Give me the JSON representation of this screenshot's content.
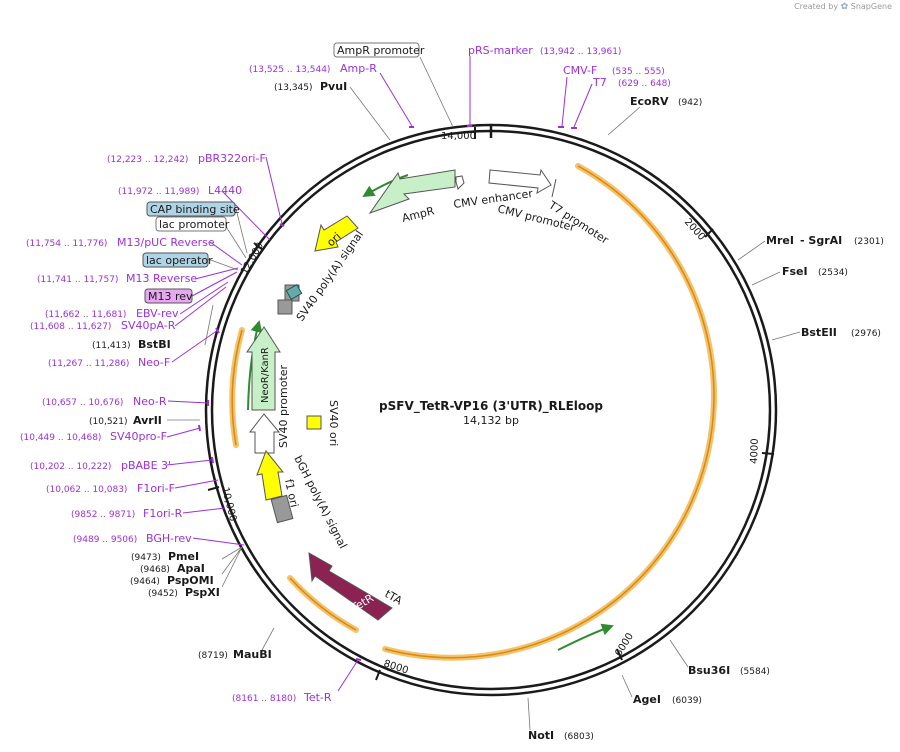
{
  "credit": {
    "prefix": "Created by",
    "brand": "SnapGene"
  },
  "plasmid": {
    "name": "pSFV_TetR-VP16 (3'UTR)_RLEloop",
    "length_label": "14,132 bp"
  },
  "ruler_ticks": [
    {
      "label": "14,000"
    },
    {
      "label": "2000"
    },
    {
      "label": "4000"
    },
    {
      "label": "6000"
    },
    {
      "label": "8000"
    },
    {
      "label": "10,000"
    },
    {
      "label": "12,000"
    }
  ],
  "features": {
    "cmv_enhancer": "CMV enhancer",
    "cmv_promoter": "CMV promoter",
    "t7_promoter": "T7 promoter",
    "ampr": "AmpR",
    "ori": "ori",
    "sv40_polya": "SV40 poly(A) signal",
    "neor": "NeoR/KanR",
    "sv40_promoter": "SV40 promoter",
    "sv40_ori": "SV40 ori",
    "f1_ori": "f1 ori",
    "bgh_polya": "bGH poly(A) signal",
    "tetr": "TetR",
    "tta": "tTA"
  },
  "colors": {
    "backbone": "#1a1a1a",
    "orf_ring": "#f5a623",
    "primer": "#9b30d9",
    "enzyme": "#000000",
    "ampr": "#c8f0c8",
    "ori": "#ffff00",
    "tetr": "#8b2252",
    "terminator": "#999999",
    "box_cyan": "#aed4e6",
    "box_violet": "#e6a8f0"
  },
  "labels": {
    "ampr_promoter": {
      "name": "AmpR promoter",
      "pos": ""
    },
    "prs_marker": {
      "name": "pRS-marker",
      "pos": ""
    },
    "prs_range": {
      "name": "",
      "pos": "(13,942 .. 13,961)"
    },
    "amp_r": {
      "name": "Amp-R",
      "pos": "(13,525 .. 13,544)"
    },
    "pvui": {
      "name": "PvuI",
      "pos": "(13,345)"
    },
    "cmv_f": {
      "name": "CMV-F",
      "pos": "(535 .. 555)"
    },
    "t7": {
      "name": "T7",
      "pos": "(629 .. 648)"
    },
    "ecorv": {
      "name": "EcoRV",
      "pos": "(942)"
    },
    "pbr322": {
      "name": "pBR322ori-F",
      "pos": "(12,223 .. 12,242)"
    },
    "l4440": {
      "name": "L4440",
      "pos": "(11,972 .. 11,989)"
    },
    "cap_site": {
      "name": "CAP binding site",
      "pos": ""
    },
    "lac_promoter": {
      "name": "lac promoter",
      "pos": ""
    },
    "m13_puc": {
      "name": "M13/pUC Reverse",
      "pos": "(11,754 .. 11,776)"
    },
    "lac_operator": {
      "name": "lac operator",
      "pos": ""
    },
    "m13_reverse": {
      "name": "M13 Reverse",
      "pos": "(11,741 .. 11,757)"
    },
    "m13_rev": {
      "name": "M13 rev",
      "pos": ""
    },
    "ebv_rev": {
      "name": "EBV-rev",
      "pos": "(11,662 .. 11,681)"
    },
    "sv40pa_r": {
      "name": "SV40pA-R",
      "pos": "(11,608 .. 11,627)"
    },
    "bstbi": {
      "name": "BstBI",
      "pos": "(11,413)"
    },
    "neo_f": {
      "name": "Neo-F",
      "pos": "(11,267 .. 11,286)"
    },
    "neo_r": {
      "name": "Neo-R",
      "pos": "(10,657 .. 10,676)"
    },
    "avrii": {
      "name": "AvrII",
      "pos": "(10,521)"
    },
    "sv40pro_f": {
      "name": "SV40pro-F",
      "pos": "(10,449 .. 10,468)"
    },
    "pbabe3": {
      "name": "pBABE 3'",
      "pos": "(10,202 .. 10,222)"
    },
    "f1ori_f": {
      "name": "F1ori-F",
      "pos": "(10,062 .. 10,083)"
    },
    "f1ori_r": {
      "name": "F1ori-R",
      "pos": "(9852 .. 9871)"
    },
    "bgh_rev": {
      "name": "BGH-rev",
      "pos": "(9489 .. 9506)"
    },
    "pmei": {
      "name": "PmeI",
      "pos": "(9473)"
    },
    "apai": {
      "name": "ApaI",
      "pos": "(9468)"
    },
    "pspomi": {
      "name": "PspOMI",
      "pos": "(9464)"
    },
    "pspxi": {
      "name": "PspXI",
      "pos": "(9452)"
    },
    "maubi": {
      "name": "MauBI",
      "pos": "(8719)"
    },
    "tet_r": {
      "name": "Tet-R",
      "pos": "(8161 .. 8180)"
    },
    "noti": {
      "name": "NotI",
      "pos": "(6803)"
    },
    "agei": {
      "name": "AgeI",
      "pos": "(6039)"
    },
    "bsu36i": {
      "name": "Bsu36I",
      "pos": "(5584)"
    },
    "bsteii": {
      "name": "BstEII",
      "pos": "(2976)"
    },
    "fsei": {
      "name": "FseI",
      "pos": "(2534)"
    },
    "mrei": {
      "name": "MreI",
      "pos": "(2301)"
    },
    "sgrai": {
      "name": "- SgrAI",
      "pos": ""
    }
  }
}
